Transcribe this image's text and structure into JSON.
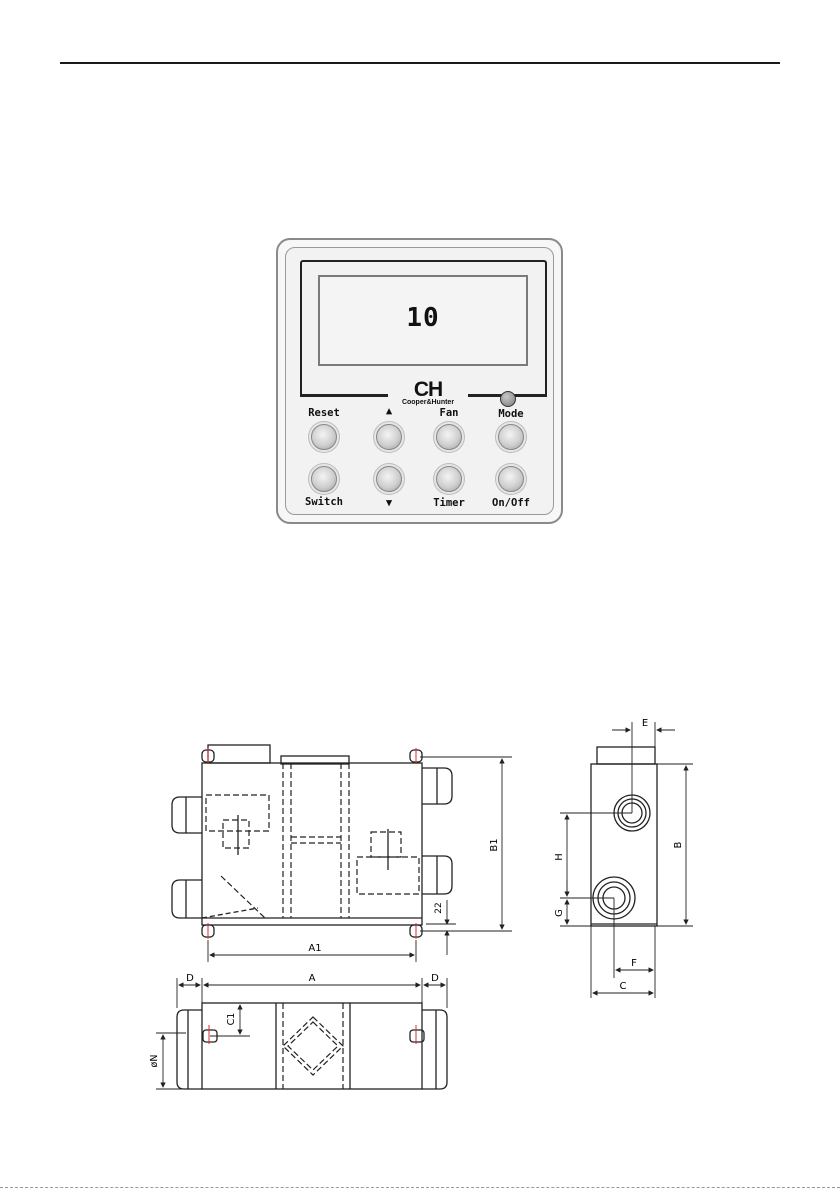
{
  "controller": {
    "display_value": "10",
    "brand": {
      "logo": "CH",
      "subtitle": "Cooper&Hunter"
    },
    "buttons_top": [
      {
        "id": "reset",
        "label": "Reset"
      },
      {
        "id": "up",
        "label": "▲"
      },
      {
        "id": "fan",
        "label": "Fan"
      },
      {
        "id": "mode",
        "label": "Mode"
      }
    ],
    "buttons_bottom": [
      {
        "id": "switch",
        "label": "Switch"
      },
      {
        "id": "down",
        "label": "▼"
      },
      {
        "id": "timer",
        "label": "Timer"
      },
      {
        "id": "onoff",
        "label": "On/Off"
      }
    ]
  },
  "dimensions": {
    "front": {
      "A1": "A1",
      "B1": "B1",
      "offset": "22"
    },
    "bottom": {
      "A": "A",
      "D_left": "D",
      "D_right": "D",
      "C1": "C1",
      "N": "øN"
    },
    "side": {
      "E": "E",
      "H": "H",
      "G": "G",
      "F": "F",
      "C": "C",
      "B": "B"
    }
  }
}
